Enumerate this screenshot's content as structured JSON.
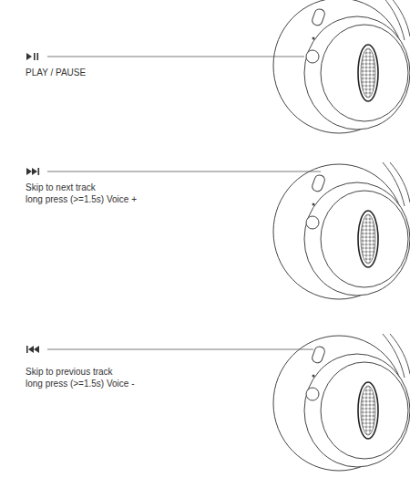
{
  "diagram": {
    "labels": [
      "PLAY / PAUSE",
      "Skip to next track",
      "long press (>=1.5s) Voice +",
      "Skip to previous track",
      "long press (>=1.5s) Voice -"
    ]
  }
}
